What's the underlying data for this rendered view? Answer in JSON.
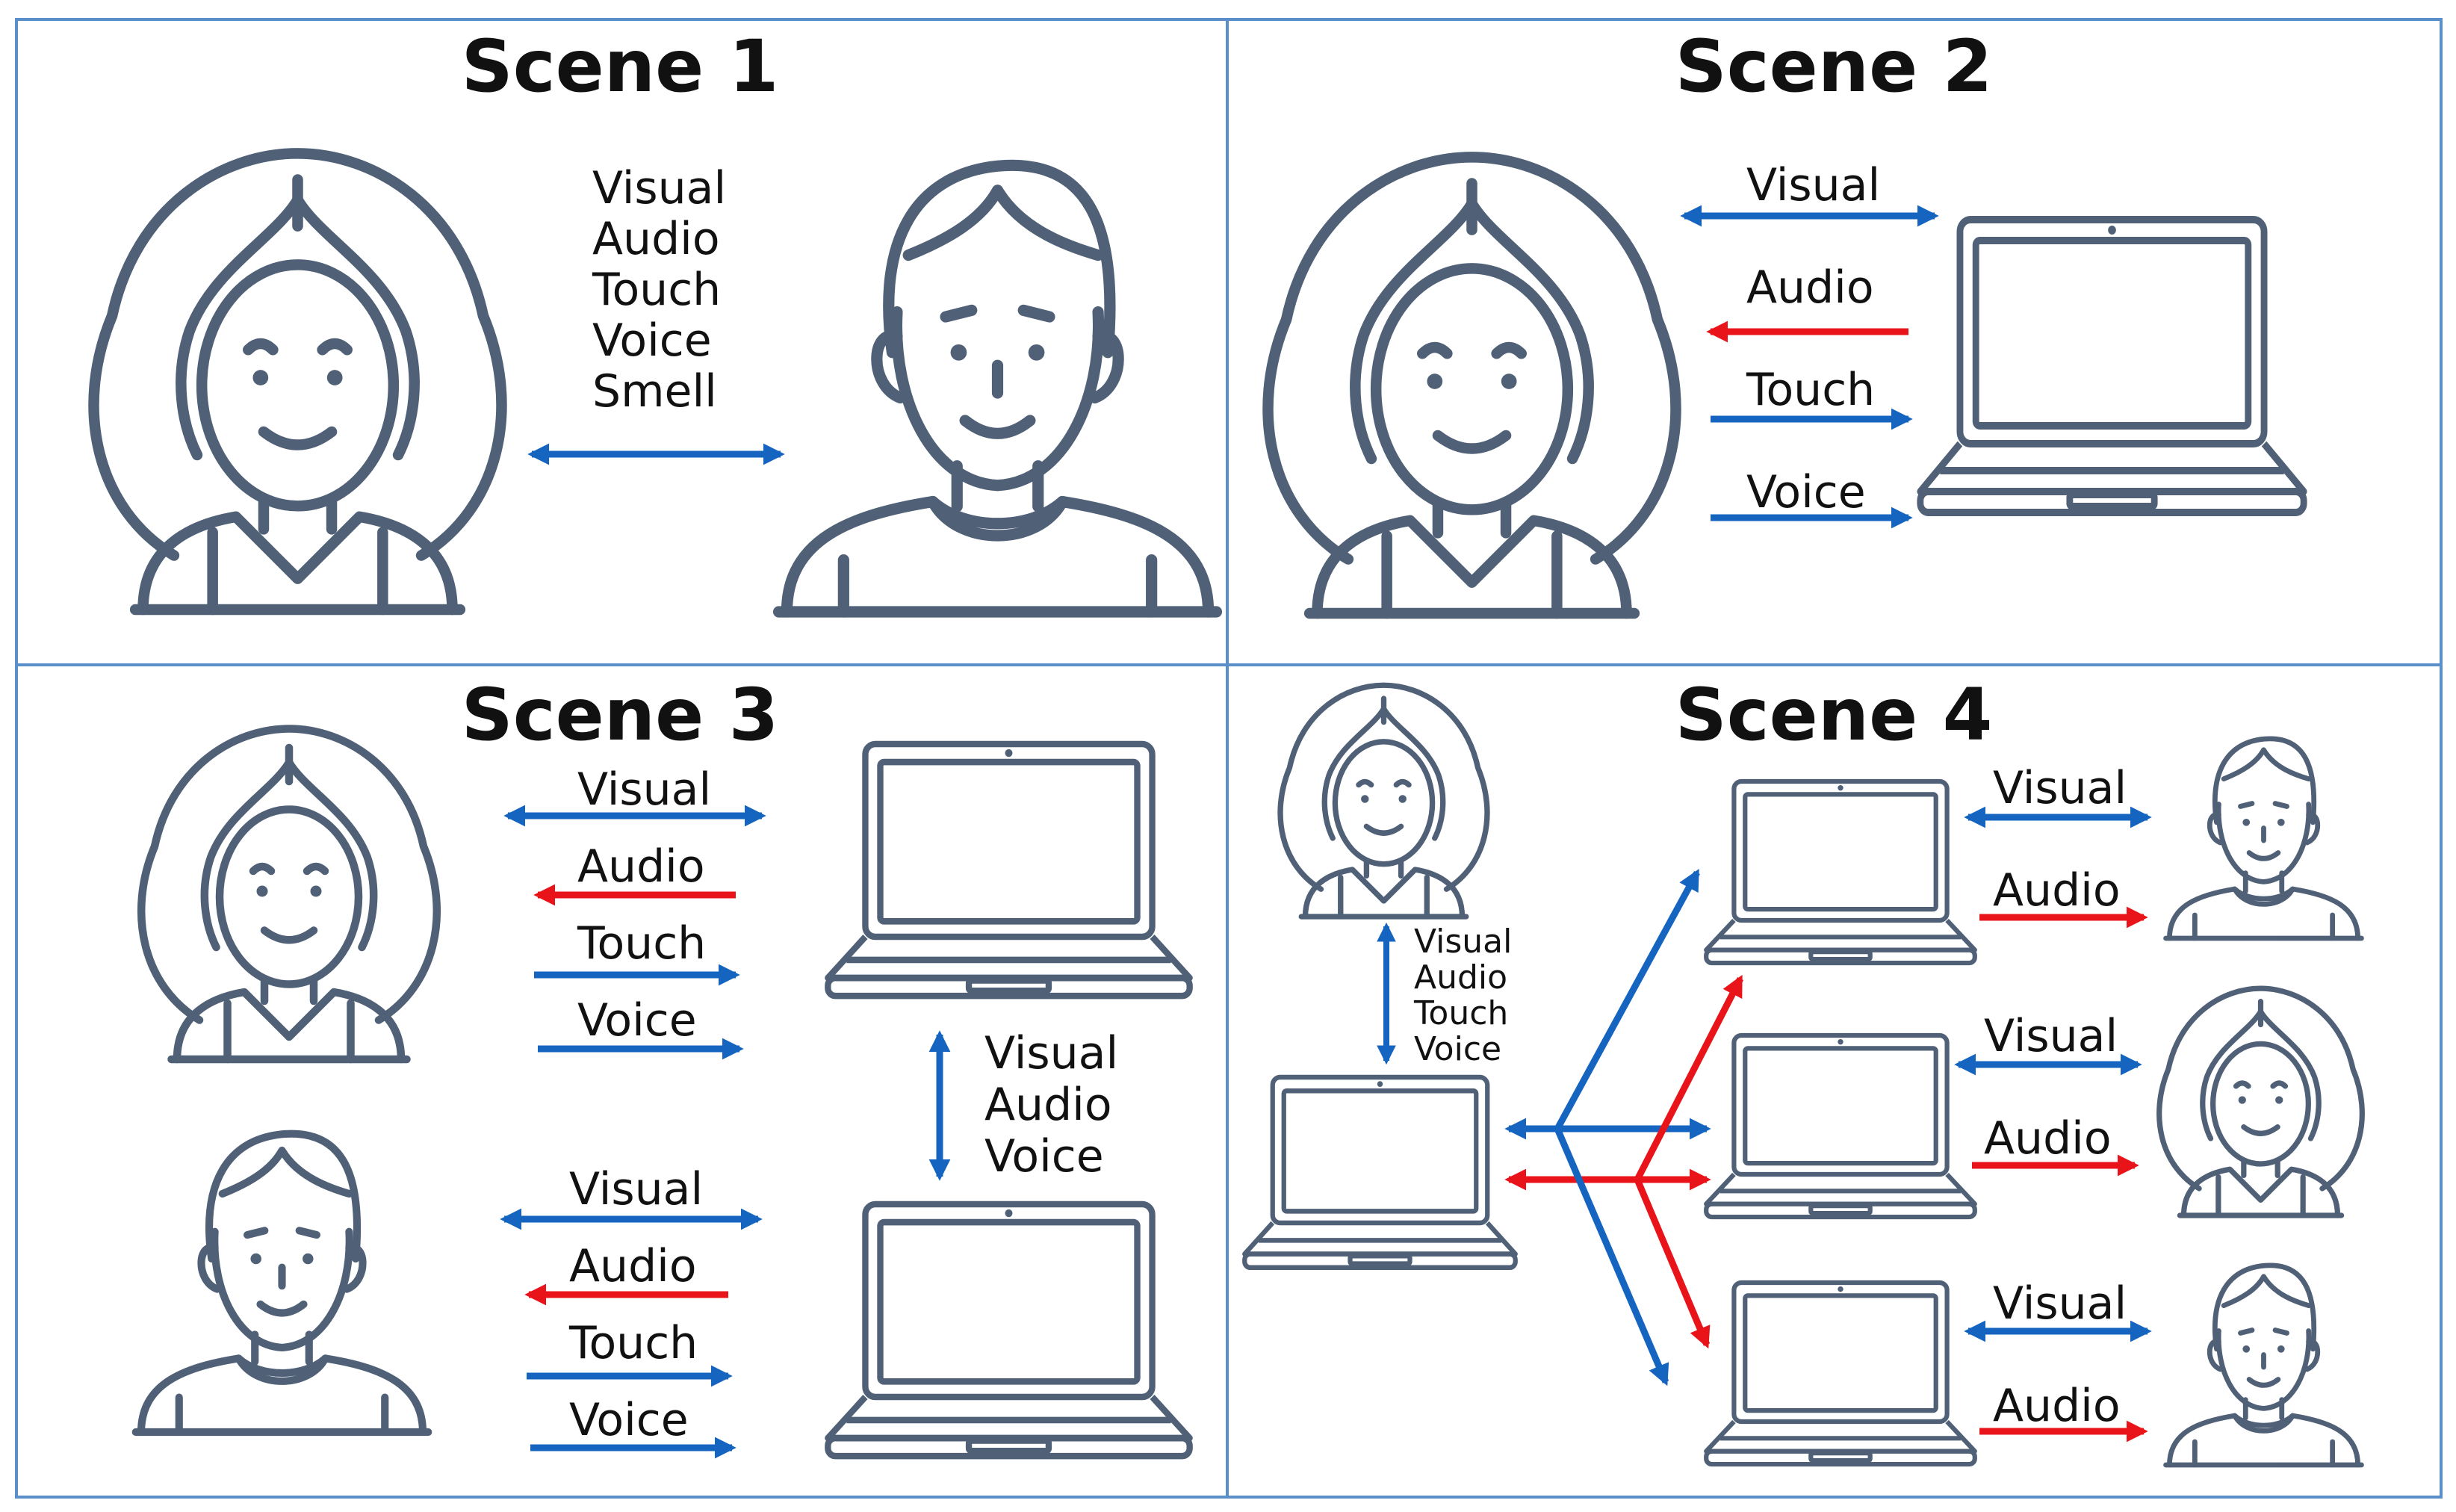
{
  "colors": {
    "frame": "#5b8fc9",
    "figure": "#4f6077",
    "blue_arrow": "#1565c0",
    "red_arrow": "#e8141a"
  },
  "scene1": {
    "title": "Scene 1",
    "labels": [
      "Visual",
      "Audio",
      "Touch",
      "Voice",
      "Smell"
    ]
  },
  "scene2": {
    "title": "Scene 2",
    "arrows": [
      "Visual",
      "Audio",
      "Touch",
      "Voice"
    ]
  },
  "scene3": {
    "title": "Scene 3",
    "woman_arrows": [
      "Visual",
      "Audio",
      "Touch",
      "Voice"
    ],
    "man_arrows": [
      "Visual",
      "Audio",
      "Touch",
      "Voice"
    ],
    "laptop_link": [
      "Visual",
      "Audio",
      "Voice"
    ]
  },
  "scene4": {
    "title": "Scene 4",
    "woman_link": [
      "Visual",
      "Audio",
      "Touch",
      "Voice"
    ],
    "row1": [
      "Visual",
      "Audio"
    ],
    "row2": [
      "Visual",
      "Audio"
    ],
    "row3": [
      "Visual",
      "Audio"
    ]
  },
  "icons": [
    "woman-avatar-icon",
    "man-avatar-icon",
    "laptop-icon"
  ]
}
